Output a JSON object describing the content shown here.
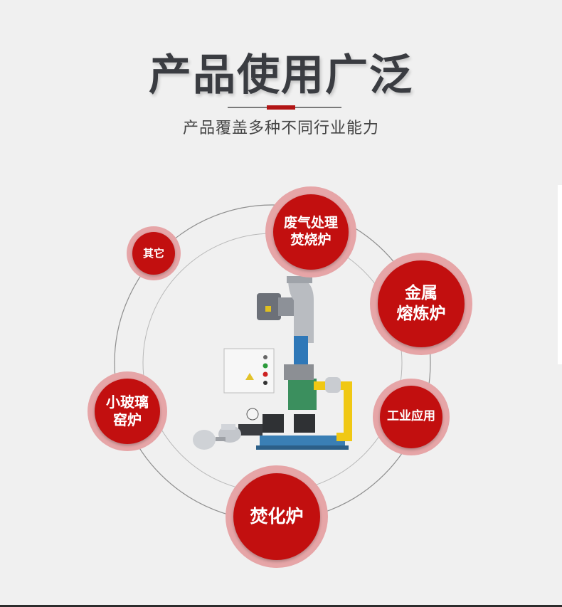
{
  "header": {
    "title": "产品使用广泛",
    "subtitle": "产品覆盖多种不同行业能力"
  },
  "applications": [
    {
      "id": "waste-gas",
      "label": "废气处理\n焚烧炉"
    },
    {
      "id": "metal",
      "label": "金属\n熔炼炉"
    },
    {
      "id": "industrial",
      "label": "工业应用"
    },
    {
      "id": "incinerator",
      "label": "焚化炉"
    },
    {
      "id": "glass",
      "label": "小玻璃\n窑炉"
    },
    {
      "id": "other",
      "label": "其它"
    }
  ],
  "colors": {
    "accent": "#c20f0f",
    "halo": "#e6a5a7",
    "title": "#3a3c41",
    "background": "#f0f0f0"
  },
  "product_image": "gas-burner-unit-illustration"
}
